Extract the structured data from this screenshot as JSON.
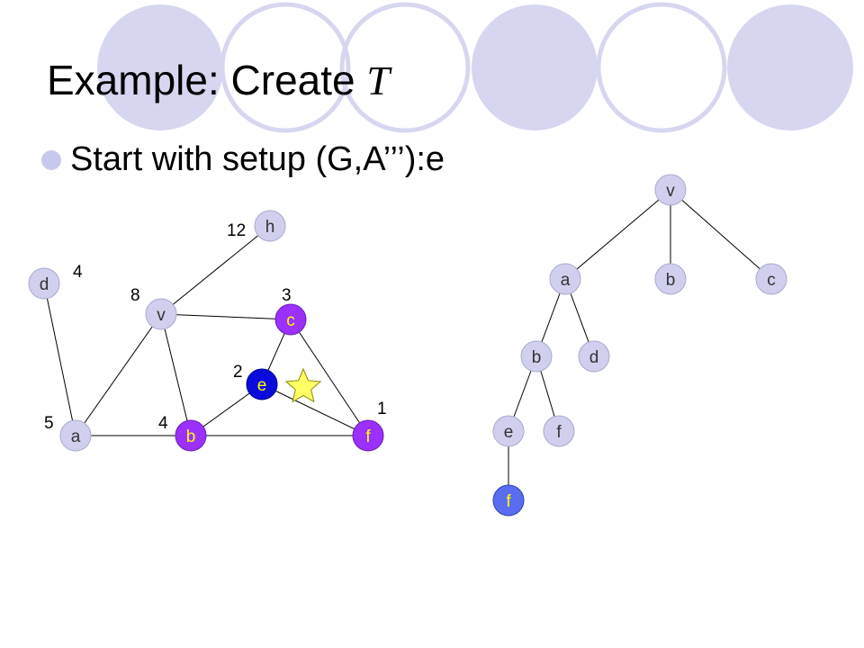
{
  "title": {
    "prefix": "Example: Create ",
    "symbol": "T"
  },
  "bullet": {
    "text": "Start with setup (G,A’’’):e"
  },
  "colors": {
    "default_node": "#d0d0ee",
    "purple_node": "#9b30ff",
    "blue_node": "#0a0adc",
    "highlight_node": "#5a6cf0",
    "yellow_label": "#ffff00",
    "star": "#ffff66",
    "deco_fill": "#d6d6f0",
    "deco_ring": "#d6d6f0"
  },
  "graph": {
    "nodes": {
      "h": {
        "label": "h",
        "style": "default"
      },
      "d": {
        "label": "d",
        "style": "default"
      },
      "v": {
        "label": "v",
        "style": "default"
      },
      "c": {
        "label": "c",
        "style": "purple"
      },
      "e": {
        "label": "e",
        "style": "blue"
      },
      "a": {
        "label": "a",
        "style": "default"
      },
      "b": {
        "label": "b",
        "style": "purple"
      },
      "f": {
        "label": "f",
        "style": "purple"
      }
    },
    "edges": [
      {
        "from": "v",
        "to": "h"
      },
      {
        "from": "d",
        "to": "a"
      },
      {
        "from": "v",
        "to": "c"
      },
      {
        "from": "v",
        "to": "a"
      },
      {
        "from": "v",
        "to": "b"
      },
      {
        "from": "c",
        "to": "e"
      },
      {
        "from": "c",
        "to": "f"
      },
      {
        "from": "e",
        "to": "b"
      },
      {
        "from": "e",
        "to": "f"
      },
      {
        "from": "a",
        "to": "b"
      },
      {
        "from": "b",
        "to": "f"
      }
    ],
    "weights": {
      "w12": "12",
      "w4_d": "4",
      "w8": "8",
      "w3": "3",
      "w2": "2",
      "w1": "1",
      "w5": "5",
      "w4_b": "4"
    },
    "star_marker": true
  },
  "tree": {
    "nodes": {
      "v": {
        "label": "v",
        "style": "default"
      },
      "a": {
        "label": "a",
        "style": "default"
      },
      "b1": {
        "label": "b",
        "style": "default"
      },
      "c": {
        "label": "c",
        "style": "default"
      },
      "b2": {
        "label": "b",
        "style": "default"
      },
      "d": {
        "label": "d",
        "style": "default"
      },
      "e": {
        "label": "e",
        "style": "default"
      },
      "f1": {
        "label": "f",
        "style": "default"
      },
      "f2": {
        "label": "f",
        "style": "highlight"
      }
    },
    "edges": [
      {
        "from": "v",
        "to": "a"
      },
      {
        "from": "v",
        "to": "b1"
      },
      {
        "from": "v",
        "to": "c"
      },
      {
        "from": "a",
        "to": "b2"
      },
      {
        "from": "a",
        "to": "d"
      },
      {
        "from": "b2",
        "to": "e"
      },
      {
        "from": "b2",
        "to": "f1"
      },
      {
        "from": "e",
        "to": "f2"
      }
    ]
  }
}
